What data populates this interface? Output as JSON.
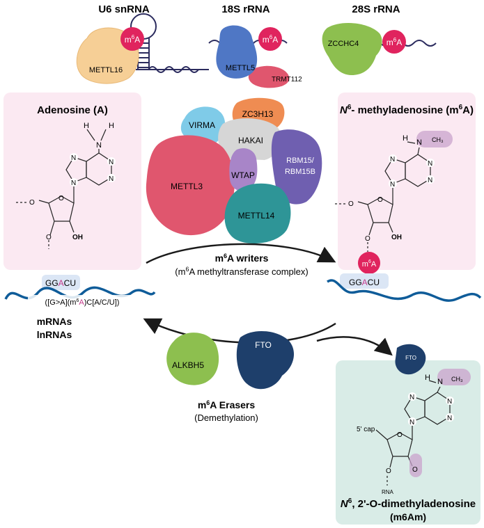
{
  "top": {
    "u6": {
      "title": "U6 snRNA",
      "enzyme": "METTL16"
    },
    "r18s": {
      "title": "18S rRNA",
      "enzyme1": "METTL5",
      "enzyme2": "TRMT112"
    },
    "r28s": {
      "title": "28S rRNA",
      "enzyme": "ZCCHC4"
    }
  },
  "m6a_badge": {
    "m": "m",
    "sup": "6",
    "a": "A"
  },
  "left_panel": {
    "title": "Adenosine (A)"
  },
  "right_panel": {
    "title_main": "- methyladenosine (m",
    "title_sup": "6",
    "title_end": "A)",
    "n": "N",
    "n_sup": "6"
  },
  "complex": {
    "subunits": [
      "ZC3H13",
      "VIRMA",
      "HAKAI",
      "RBM15/",
      "RBM15B",
      "WTAP",
      "METTL3",
      "METTL14"
    ]
  },
  "writers": {
    "label_m": "m",
    "label_sup": "6",
    "label_rest": "A writers",
    "sub_pre": "(m",
    "sub_sup": "6",
    "sub_rest": "A methyltransferase complex)"
  },
  "left_rna": {
    "motif_pre": "GG",
    "motif_a": "A",
    "motif_post": "CU",
    "consensus_pre": "([G>A](m",
    "consensus_sup": "6",
    "consensus_a": "A",
    "consensus_post": ")C[A/C/U])",
    "type1": "mRNAs",
    "type2": "lnRNAs"
  },
  "right_rna": {
    "motif_pre": "GG",
    "motif_a": "A",
    "motif_post": "CU"
  },
  "erasers": {
    "e1": "ALKBH5",
    "e2": "FTO",
    "e3": "FTO",
    "label_m": "m",
    "label_sup": "6",
    "label_rest": "A Erasers",
    "sub": "(Demethylation)"
  },
  "m6am_panel": {
    "n": "N",
    "n_sup": "6",
    "title_rest": ", 2'-O-dimethyladenosine",
    "abbr": "(m6Am)",
    "cap": "5' cap",
    "rna": "RNA"
  },
  "chem": {
    "N": "N",
    "H": "H",
    "O": "O",
    "OH": "OH",
    "NH_CH3": "CH₃"
  },
  "colors": {
    "m6a_badge": "#e0245e",
    "pink_panel": "#fbe9f2",
    "teal_panel": "#d9ece7",
    "purple_highlight": "#c9a3cc",
    "wave": "#0f5c99"
  }
}
